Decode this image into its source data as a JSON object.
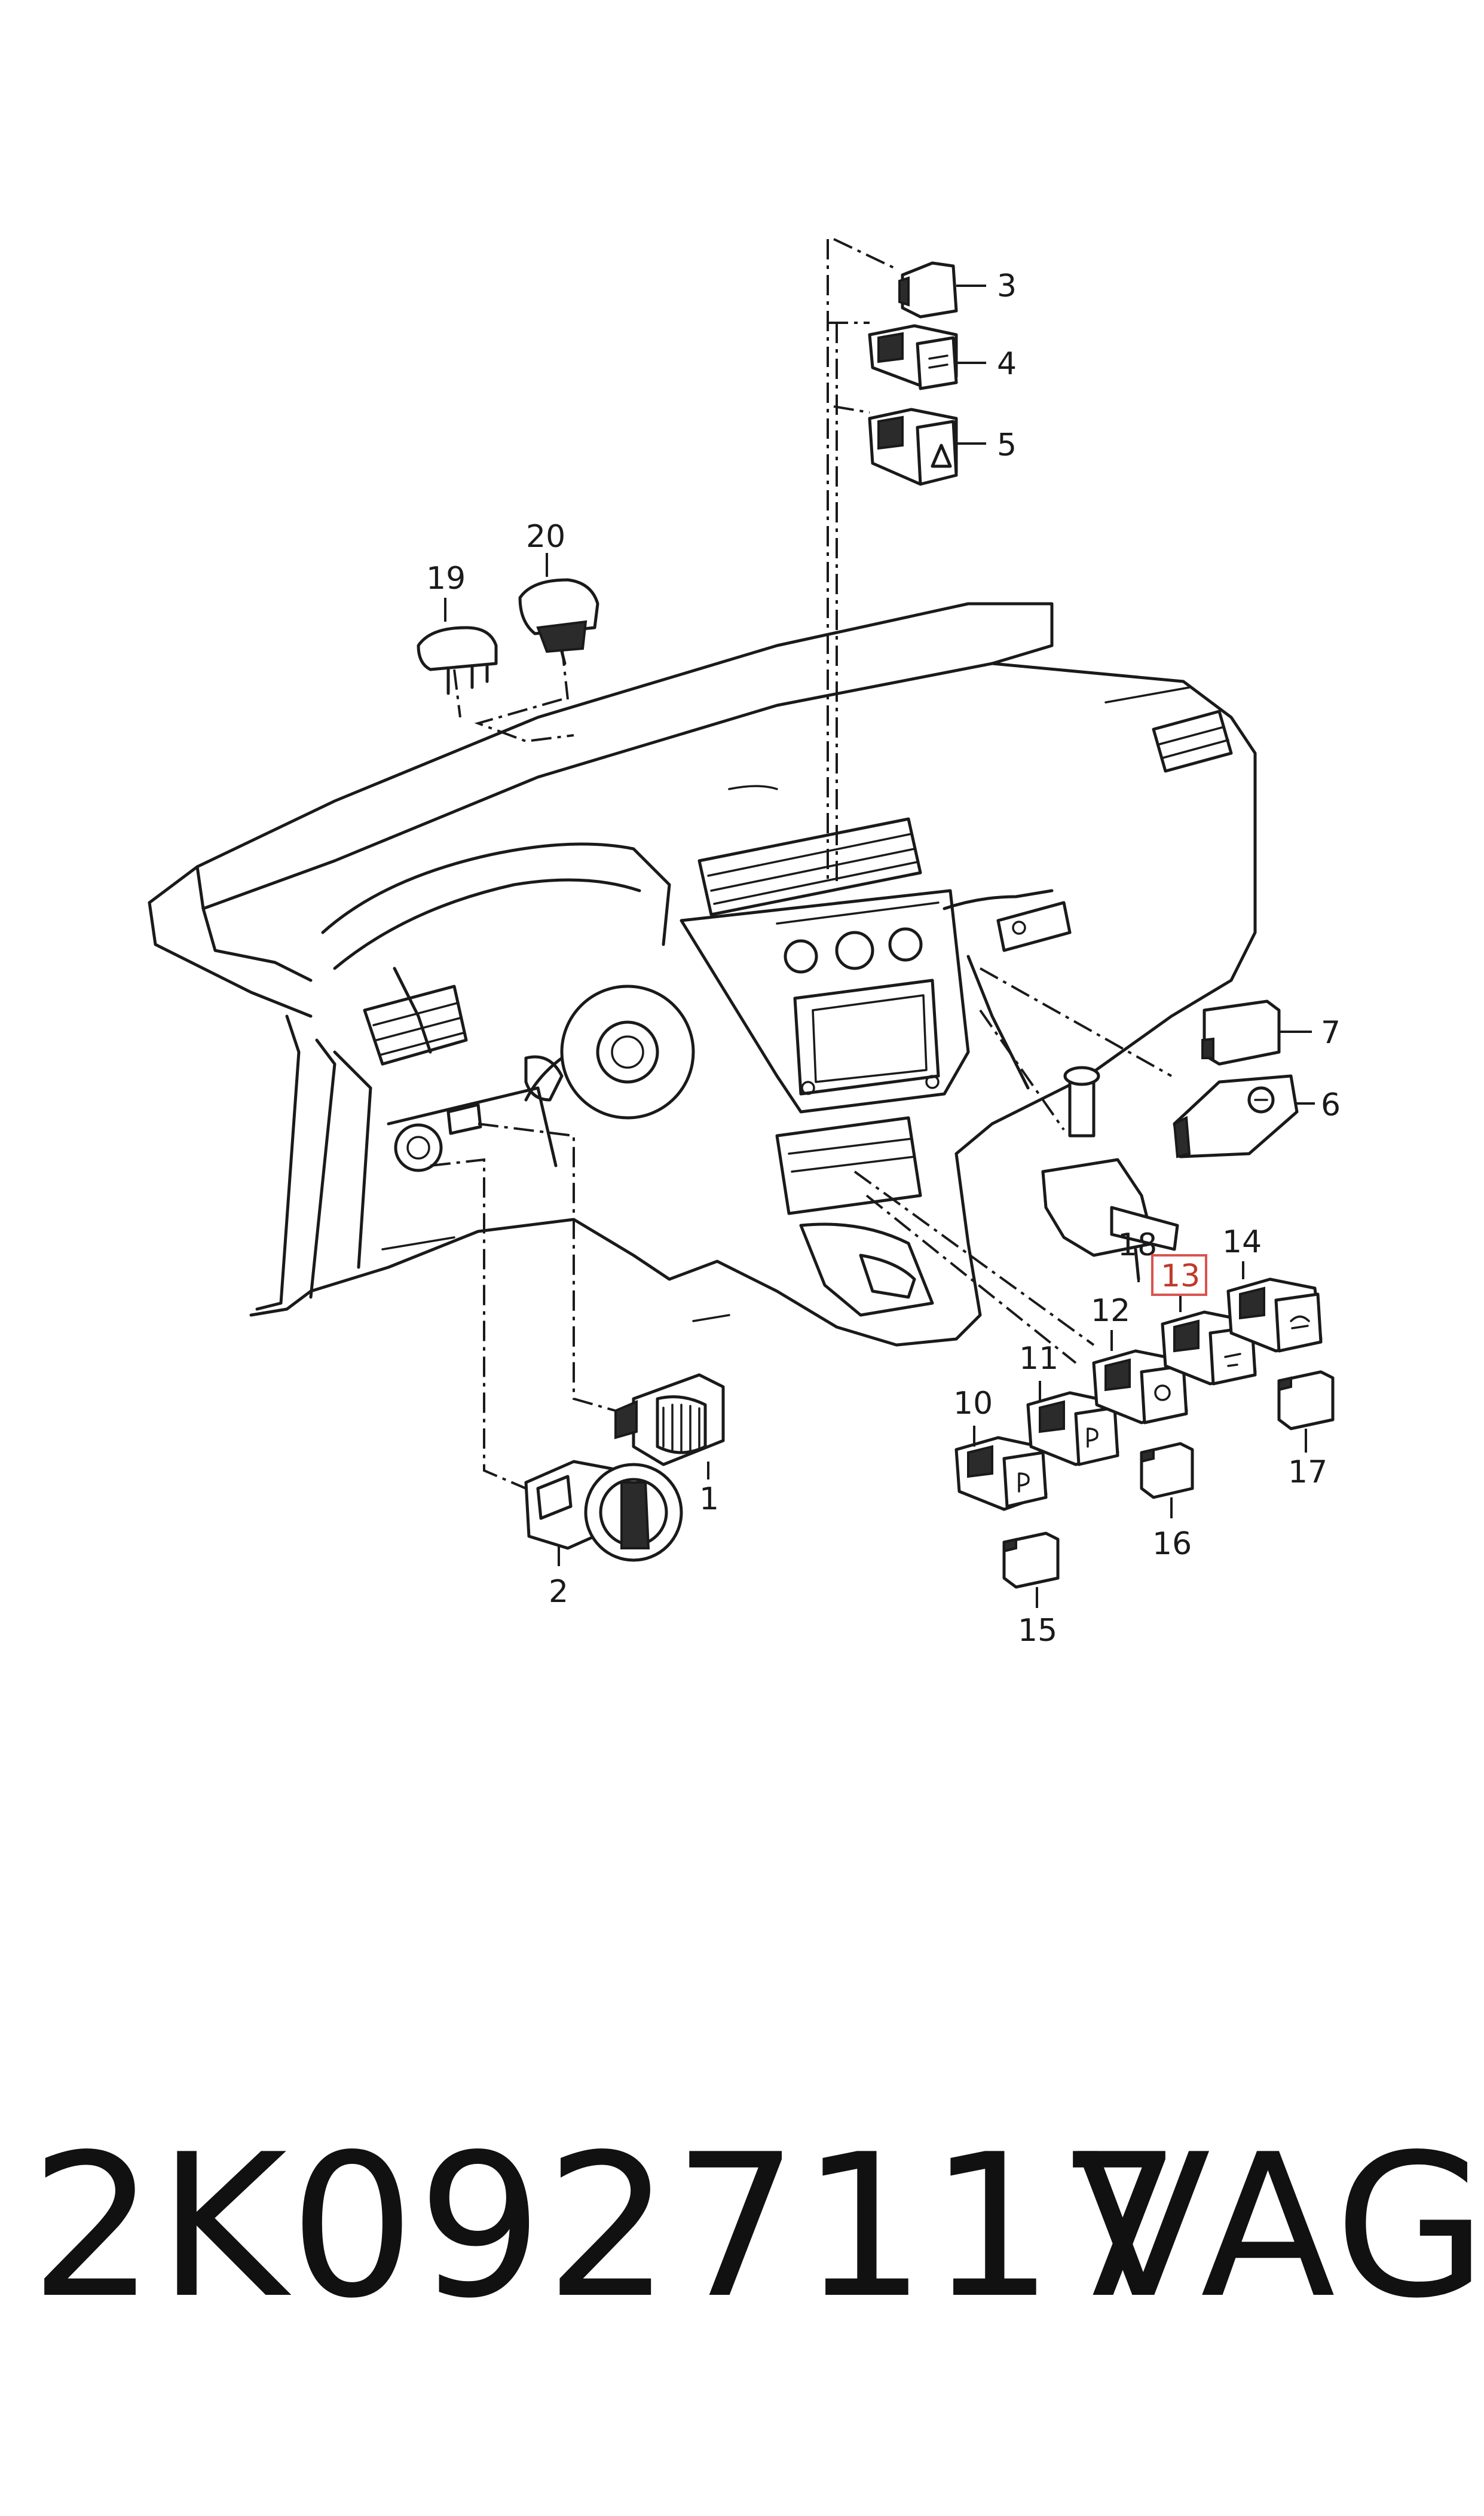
{
  "diagram": {
    "callouts": {
      "c1": "1",
      "c2": "2",
      "c3": "3",
      "c4": "4",
      "c5": "5",
      "c6": "6",
      "c7": "7",
      "c10": "10",
      "c11": "11",
      "c12": "12",
      "c13": "13",
      "c14": "14",
      "c15": "15",
      "c16": "16",
      "c17": "17",
      "c18": "18",
      "c19": "19",
      "c20": "20"
    },
    "highlighted_callout": "13",
    "highlight_color": "#d9534f"
  },
  "footer": {
    "part_number": "2K0927117",
    "brand": "VAG"
  }
}
